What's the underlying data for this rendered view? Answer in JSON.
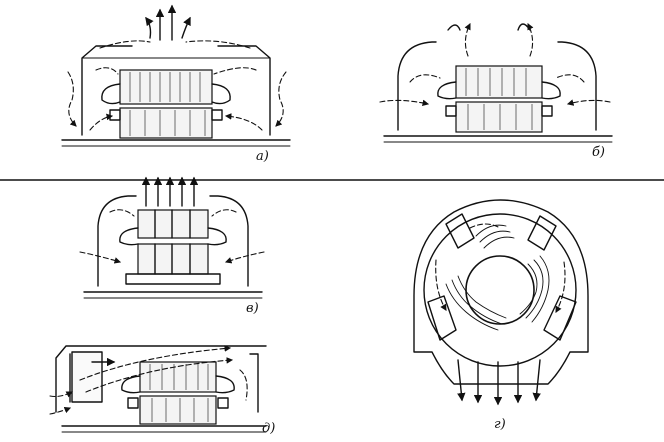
{
  "labels": {
    "a": "а)",
    "b": "б)",
    "v": "в)",
    "g": "г)",
    "d": "д)"
  }
}
